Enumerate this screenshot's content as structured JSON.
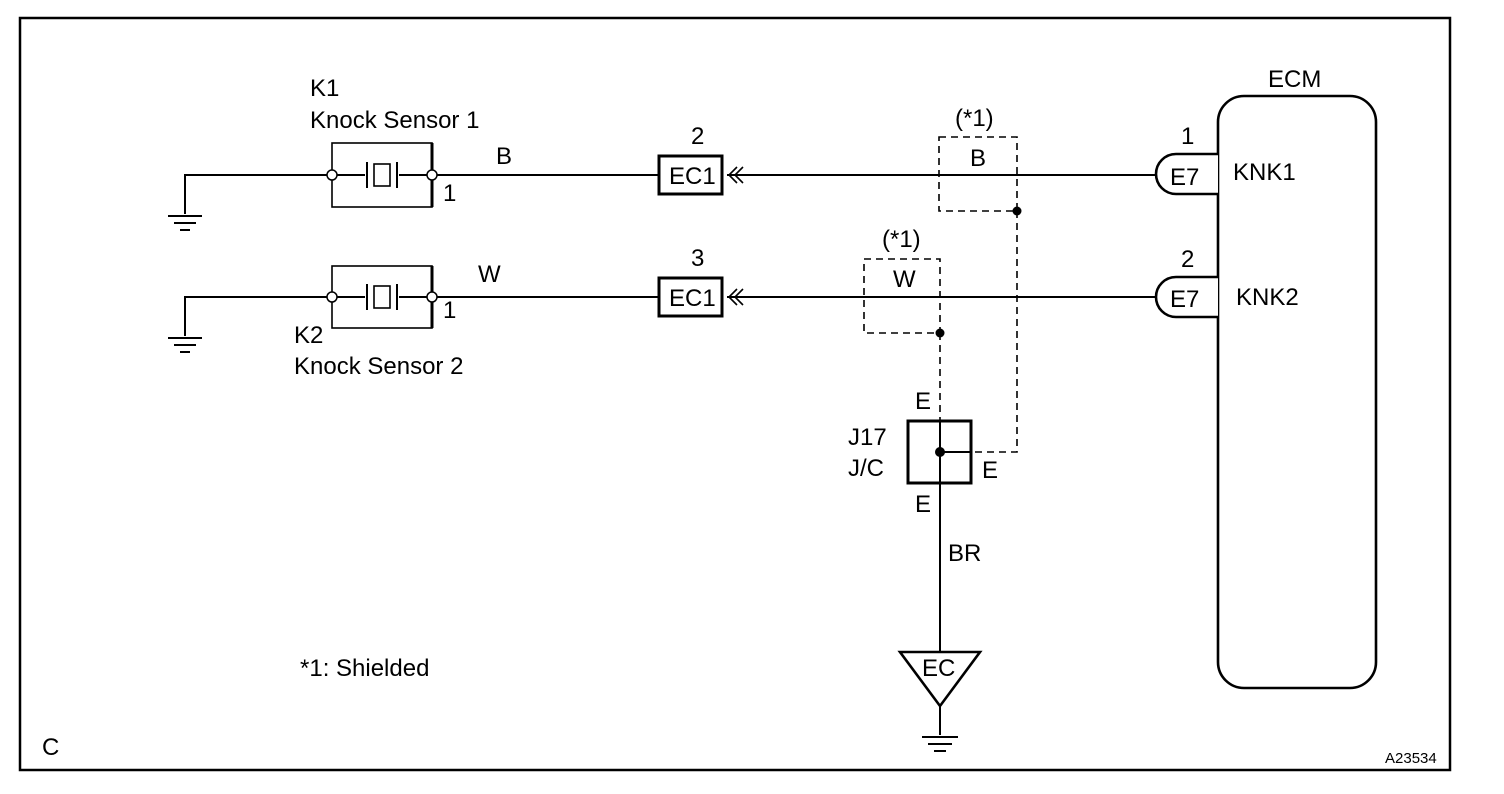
{
  "frame": {
    "corner_label": "C",
    "figure_id": "A23534"
  },
  "sensor1": {
    "code": "K1",
    "name": "Knock Sensor 1",
    "pin": "1",
    "wire_color": "B"
  },
  "sensor2": {
    "code": "K2",
    "name": "Knock Sensor 2",
    "pin": "1",
    "wire_color": "W"
  },
  "connector1": {
    "label": "EC1",
    "pin": "2"
  },
  "connector2": {
    "label": "EC1",
    "pin": "3"
  },
  "shield1": {
    "note": "(*1)",
    "wire_color": "B"
  },
  "shield2": {
    "note": "(*1)",
    "wire_color": "W"
  },
  "junction": {
    "code": "J17",
    "name": "J/C",
    "terminal_top": "E",
    "terminal_right": "E",
    "terminal_bottom": "E",
    "ground_wire_color": "BR"
  },
  "ground_point": {
    "label": "EC"
  },
  "ecm": {
    "title": "ECM",
    "pin1": {
      "connector": "E7",
      "number": "1",
      "signal": "KNK1"
    },
    "pin2": {
      "connector": "E7",
      "number": "2",
      "signal": "KNK2"
    }
  },
  "legend": {
    "text": "*1: Shielded"
  }
}
